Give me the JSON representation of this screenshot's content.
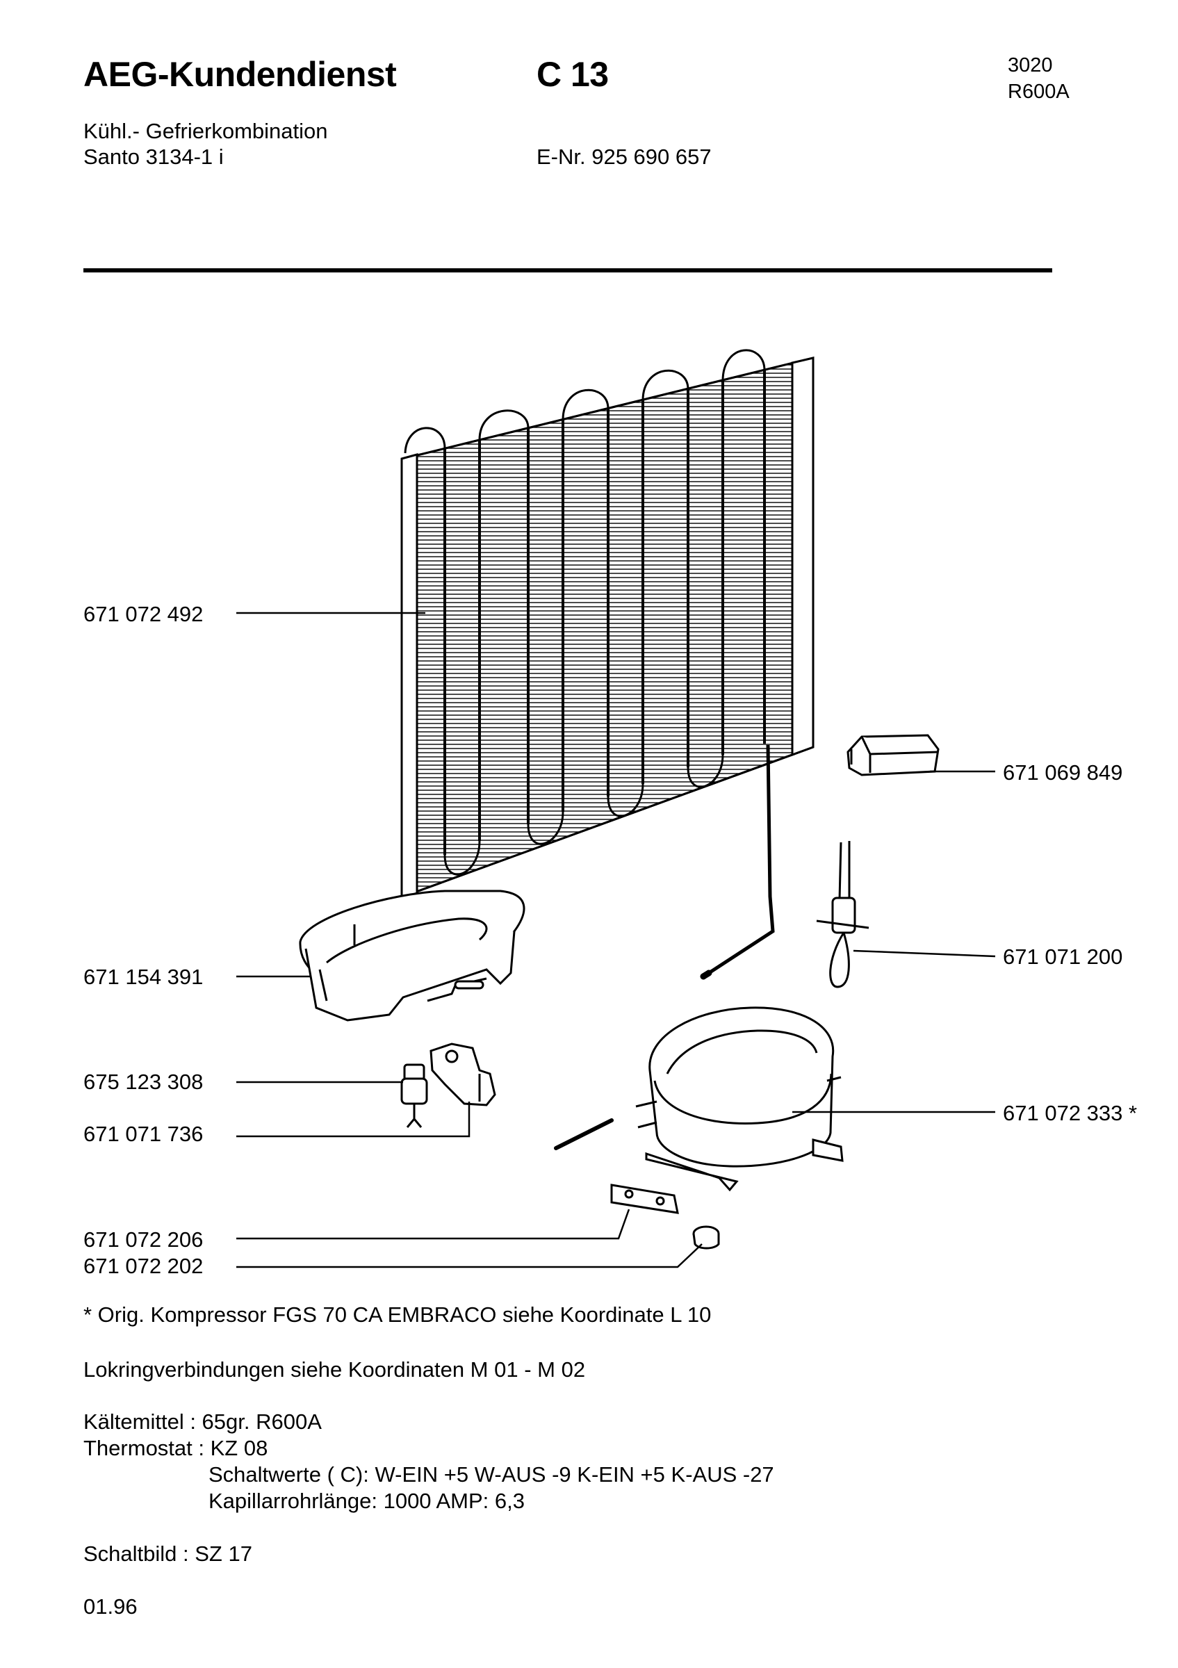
{
  "header": {
    "brand": "AEG-Kundendienst",
    "code": "C 13",
    "number": "3020",
    "refrigerant": "R600A",
    "product_type": "Kühl.- Gefrierkombination",
    "model": "Santo 3134-1 i",
    "enr": "E-Nr. 925 690 657"
  },
  "parts": [
    {
      "id": "condenser",
      "number": "671 072 492"
    },
    {
      "id": "clip",
      "number": "671 069 849"
    },
    {
      "id": "drip-tray",
      "number": "671 154 391"
    },
    {
      "id": "starter-relay",
      "number": "671 071 200"
    },
    {
      "id": "dryer",
      "number": "675 123 308"
    },
    {
      "id": "bracket",
      "number": "671 071 736"
    },
    {
      "id": "compressor",
      "number": "671 072 333 *"
    },
    {
      "id": "mount-plate",
      "number": "671 072 206"
    },
    {
      "id": "rubber-foot",
      "number": "671 072 202"
    }
  ],
  "notes": {
    "compressor_note": "* Orig. Kompressor FGS 70 CA EMBRACO siehe Koordinate L 10",
    "lokring_note": "Lokringverbindungen siehe Koordinaten M 01 - M 02",
    "refrigerant_line": "Kältemittel : 65gr. R600A",
    "thermostat_line": "Thermostat : KZ 08",
    "switch_values": "Schaltwerte ( C):  W-EIN +5   W-AUS -9   K-EIN +5   K-AUS -27",
    "capillary": "Kapillarrohrlänge: 1000      AMP: 6,3",
    "wiring": "Schaltbild : SZ 17",
    "date": "01.96"
  }
}
